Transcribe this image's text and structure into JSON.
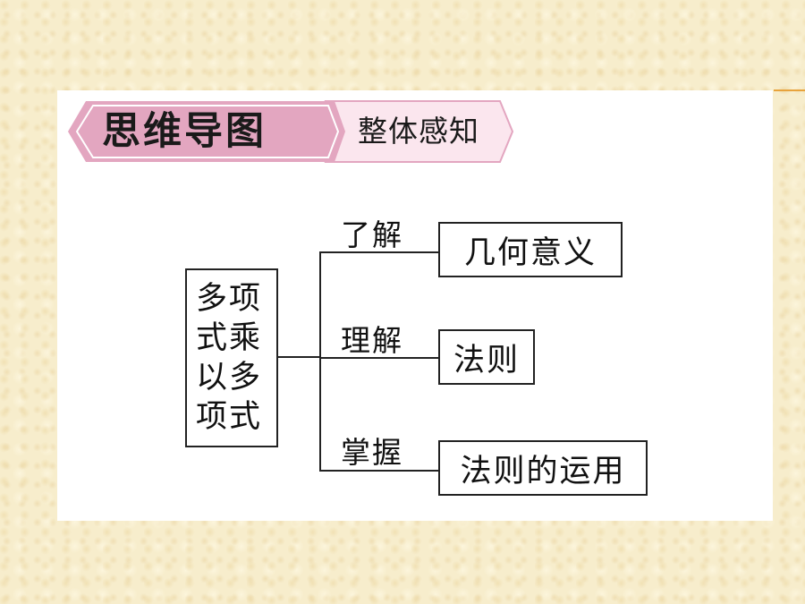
{
  "banner": {
    "title": "思维导图",
    "subtitle": "整体感知"
  },
  "mindmap": {
    "root": "多项式乘以多项式",
    "branches": [
      {
        "verb": "了解",
        "node": "几何意义"
      },
      {
        "verb": "理解",
        "node": "法则"
      },
      {
        "verb": "掌握",
        "node": "法则的运用"
      }
    ]
  },
  "colors": {
    "page_background": "#f7edcc",
    "banner_pink": "#e3a6c0",
    "banner_light": "#fbe6ee",
    "accent": "#e8a33c",
    "line": "#222222"
  }
}
